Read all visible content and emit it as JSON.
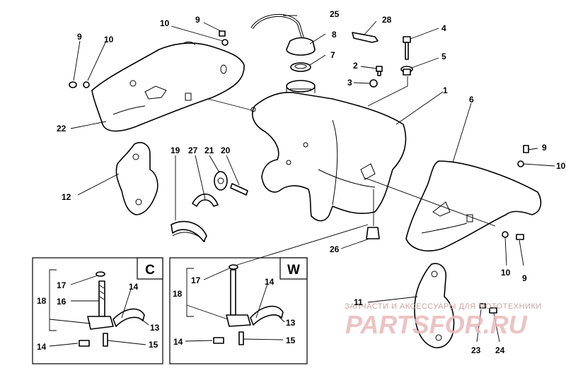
{
  "callouts": [
    {
      "id": "c25",
      "text": "25"
    },
    {
      "id": "c28",
      "text": "28"
    },
    {
      "id": "c9a",
      "text": "9"
    },
    {
      "id": "c10a",
      "text": "10"
    },
    {
      "id": "c8",
      "text": "8"
    },
    {
      "id": "c4",
      "text": "4"
    },
    {
      "id": "c9b",
      "text": "9"
    },
    {
      "id": "c10b",
      "text": "10"
    },
    {
      "id": "c7",
      "text": "7"
    },
    {
      "id": "c5",
      "text": "5"
    },
    {
      "id": "c2",
      "text": "2"
    },
    {
      "id": "c3",
      "text": "3"
    },
    {
      "id": "c1",
      "text": "1"
    },
    {
      "id": "c6",
      "text": "6"
    },
    {
      "id": "c22",
      "text": "22"
    },
    {
      "id": "c9c",
      "text": "9"
    },
    {
      "id": "c10c",
      "text": "10"
    },
    {
      "id": "c19",
      "text": "19"
    },
    {
      "id": "c27",
      "text": "27"
    },
    {
      "id": "c21",
      "text": "21"
    },
    {
      "id": "c20",
      "text": "20"
    },
    {
      "id": "c12",
      "text": "12"
    },
    {
      "id": "c26",
      "text": "26"
    },
    {
      "id": "c10d",
      "text": "10"
    },
    {
      "id": "c9d",
      "text": "9"
    },
    {
      "id": "c11",
      "text": "11"
    },
    {
      "id": "c23",
      "text": "23"
    },
    {
      "id": "c24",
      "text": "24"
    },
    {
      "id": "cC17",
      "text": "17"
    },
    {
      "id": "cC14a",
      "text": "14"
    },
    {
      "id": "cC18",
      "text": "18"
    },
    {
      "id": "cC16",
      "text": "16"
    },
    {
      "id": "cC13",
      "text": "13"
    },
    {
      "id": "cC14b",
      "text": "14"
    },
    {
      "id": "cC15",
      "text": "15"
    },
    {
      "id": "cW17",
      "text": "17"
    },
    {
      "id": "cW14a",
      "text": "14"
    },
    {
      "id": "cW18",
      "text": "18"
    },
    {
      "id": "cW13",
      "text": "13"
    },
    {
      "id": "cW14b",
      "text": "14"
    },
    {
      "id": "cW15",
      "text": "15"
    }
  ],
  "inset_labels": {
    "c": "C",
    "w": "W"
  },
  "watermark": {
    "tagline": "ЗАПЧАСТИ И АКСЕССУАРЫ ДЛЯ МОТОТЕХНИКИ",
    "logo": "PARTSFOR.RU",
    "color": "#e8b9b9"
  }
}
